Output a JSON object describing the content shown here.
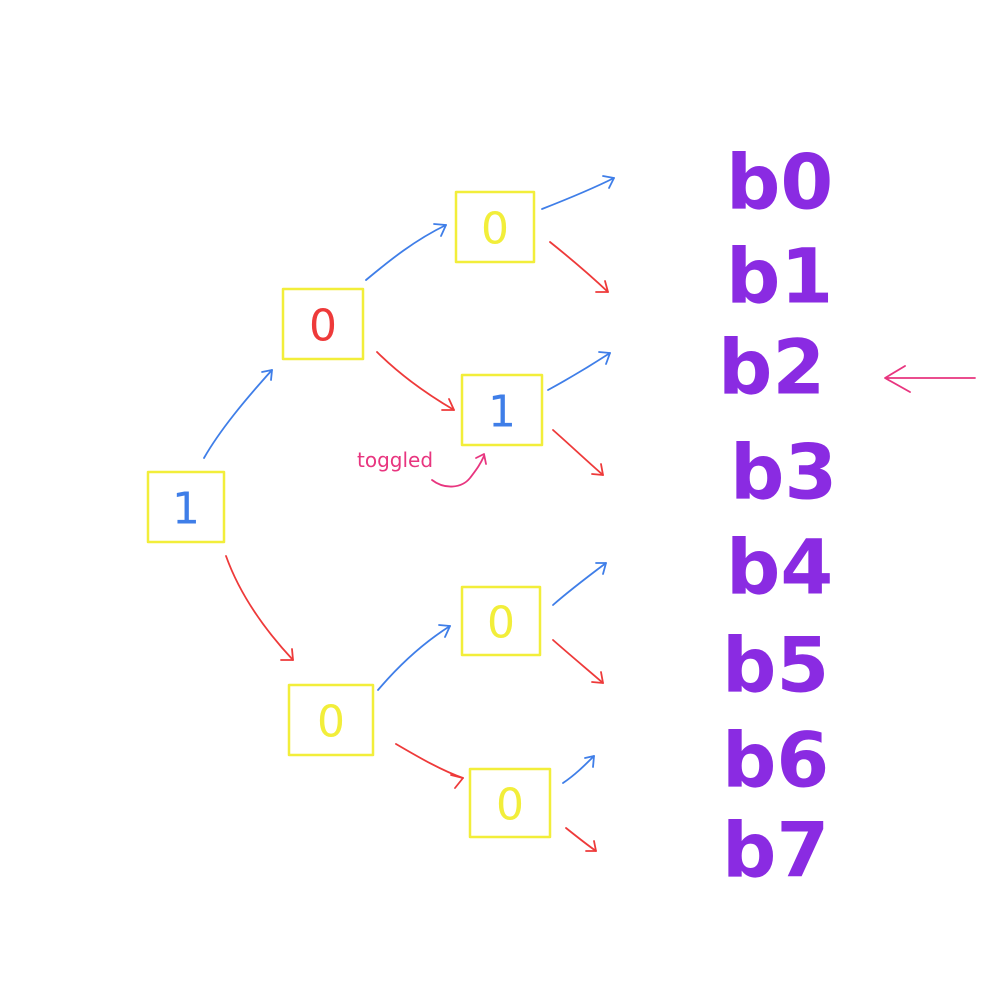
{
  "colors": {
    "node_border": "#f2ee3a",
    "value_zero": "#f2ee3a",
    "value_one": "#3f7ee8",
    "value_root_zero": "#ee3a3a",
    "left_branch": "#3f7ee8",
    "right_branch": "#ee3a3a",
    "bucket": "#8a2be2",
    "annotation": "#e8357f",
    "pointer": "#e8357f"
  },
  "nodes": [
    {
      "id": "root",
      "value": "1",
      "tone": "value_one"
    },
    {
      "id": "l",
      "value": "0",
      "tone": "value_root_zero"
    },
    {
      "id": "r",
      "value": "0",
      "tone": "value_zero"
    },
    {
      "id": "ll",
      "value": "0",
      "tone": "value_zero"
    },
    {
      "id": "lr",
      "value": "1",
      "tone": "value_one"
    },
    {
      "id": "rl",
      "value": "0",
      "tone": "value_zero"
    },
    {
      "id": "rr",
      "value": "0",
      "tone": "value_zero"
    }
  ],
  "buckets": [
    "b0",
    "b1",
    "b2",
    "b3",
    "b4",
    "b5",
    "b6",
    "b7"
  ],
  "annotation": {
    "text": "toggled",
    "target": "lr"
  },
  "pointer": {
    "target_bucket": "b2",
    "direction": "left"
  }
}
